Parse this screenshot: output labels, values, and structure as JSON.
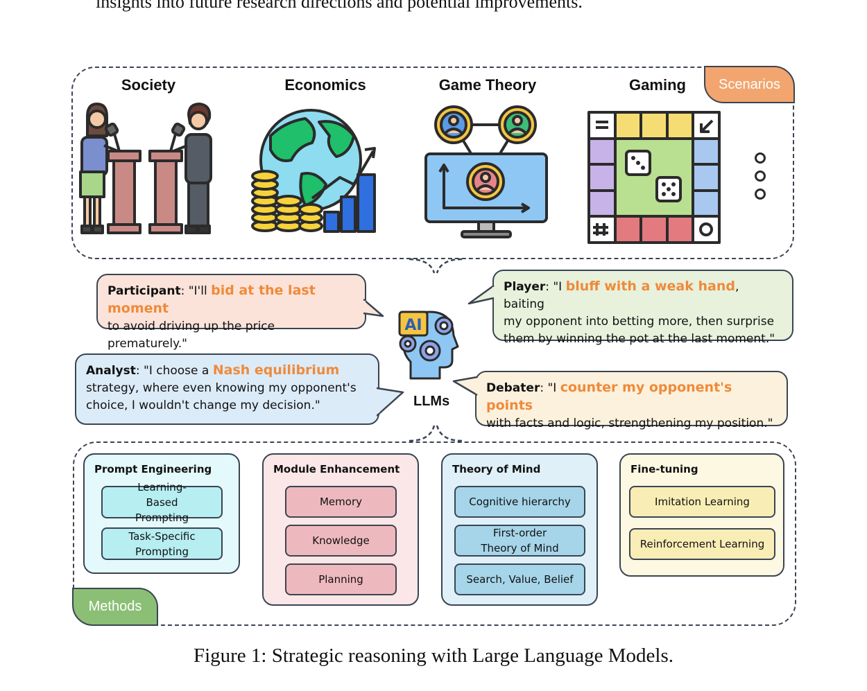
{
  "intro_text": "insights into future research directions and potential improvements.",
  "scenarios": {
    "tag": "Scenarios",
    "titles": [
      "Society",
      "Economics",
      "Game Theory",
      "Gaming"
    ],
    "icons": [
      "debate-icon",
      "globe-finance-icon",
      "network-monitor-icon",
      "board-game-icon"
    ]
  },
  "center": {
    "label": "LLMs",
    "icon_text": "AI"
  },
  "bubbles": {
    "participant": {
      "speaker": "Participant",
      "pre": ": \"I'll ",
      "highlight": "bid at the last moment",
      "post": "to avoid driving up the price prematurely.\""
    },
    "player": {
      "speaker": "Player",
      "pre": ": \"I ",
      "highlight": "bluff with a weak hand",
      "post1": ", baiting",
      "post2": "my opponent into betting more, then surprise",
      "post3": "them by winning the pot at the last moment.\""
    },
    "analyst": {
      "speaker": "Analyst",
      "pre": ": \"I choose a ",
      "highlight": "Nash equilibrium",
      "post1": "strategy, where even knowing my opponent's",
      "post2": "choice, I wouldn't change my decision.\""
    },
    "debater": {
      "speaker": "Debater",
      "pre": ": \"I ",
      "highlight": "counter my opponent's points",
      "post": "with facts and logic, strengthening my position.\""
    }
  },
  "methods": {
    "tag": "Methods",
    "groups": [
      {
        "title": "Prompt Engineering",
        "items": [
          "Learning-Based Prompting",
          "Task-Specific Prompting"
        ]
      },
      {
        "title": "Module Enhancement",
        "items": [
          "Memory",
          "Knowledge",
          "Planning"
        ]
      },
      {
        "title": "Theory of Mind",
        "items": [
          "Cognitive hierarchy",
          "First-order Theory of Mind",
          "Search, Value, Belief"
        ]
      },
      {
        "title": "Fine-tuning",
        "items": [
          "Imitation Learning",
          "Reinforcement Learning"
        ]
      }
    ]
  },
  "caption": "Figure 1: Strategic reasoning with Large Language Models.",
  "colors": {
    "highlight": "#ef8a3a",
    "participant_bg": "#fbe3d9",
    "player_bg": "#e8f1dc",
    "analyst_bg": "#dcebf8",
    "debater_bg": "#fcf1dc",
    "prompt_bg": "#e4f9fb",
    "prompt_item": "#b6eef2",
    "module_bg": "#fbe6e8",
    "module_item": "#eeb9be",
    "tom_bg": "#dff0f8",
    "tom_item": "#a6d5ea",
    "ft_bg": "#fdf8e2",
    "ft_item": "#f9edb6"
  }
}
